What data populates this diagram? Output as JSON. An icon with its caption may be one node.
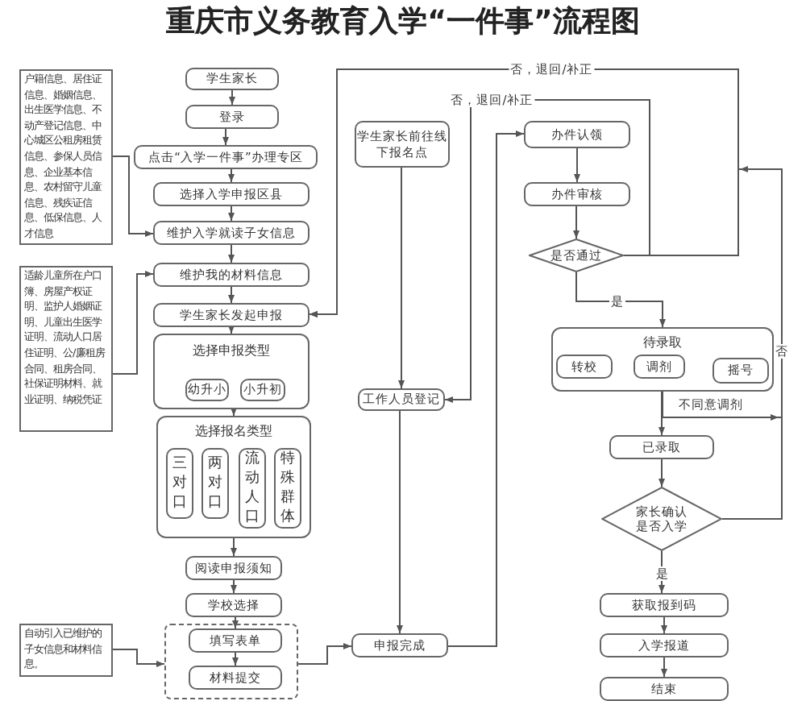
{
  "diagram": {
    "title": "重庆市义务教育入学“一件事”流程图",
    "nodes": [
      {
        "text": [
          "户籍信息、居住证信息、婚姻信息、出生医学信息、不动产登记信息、中心城区公租房租赁信息、参保人员信息、企业基本信息、农村留守儿童信息、残疾证信息、低保信息、人才信息"
        ]
      },
      {
        "text": [
          "学生家长"
        ]
      },
      {
        "text": [
          "登录"
        ]
      },
      {
        "text": [
          "点击“入学一件事”办理专区"
        ]
      },
      {
        "text": [
          "选择入学申报区县"
        ]
      },
      {
        "text": [
          "维护入学就读子女信息"
        ]
      },
      {
        "text": [
          "适龄儿童所在户口簿、房屋产权证明、监护人婚姻证明、儿童出生医学证明、流动人口居住证明、公/廉租房合同、租房合同、社保证明材料、就业证明、纳税凭证"
        ]
      },
      {
        "text": [
          "维护我的材料信息"
        ]
      },
      {
        "text": [
          "学生家长发起申报"
        ]
      },
      {
        "text": [
          "选择申报类型"
        ]
      },
      {
        "text": [
          "幼升小"
        ],
        "in": 9
      },
      {
        "text": [
          "小升初"
        ],
        "in": 9
      },
      {
        "text": [
          "选择报名类型"
        ]
      },
      {
        "text": [
          "三对口"
        ],
        "in": 12
      },
      {
        "text": [
          "两对口"
        ],
        "in": 12
      },
      {
        "text": [
          "流动人口"
        ],
        "in": 12
      },
      {
        "text": [
          "特殊群体"
        ],
        "in": 12
      },
      {
        "text": [
          "阅读申报须知"
        ]
      },
      {
        "text": [
          "学校选择"
        ]
      },
      {
        "text": [
          "自动引入已维护的子女信息和材料信息。"
        ]
      },
      {
        "text": [],
        "shape": "box"
      },
      {
        "text": [
          "填写表单"
        ],
        "in": 20
      },
      {
        "text": [
          "材料提交"
        ],
        "in": 20
      },
      {
        "text": [
          "学生家长前往线下报名点"
        ]
      },
      {
        "text": [
          "工作人员登记"
        ]
      },
      {
        "text": [
          "申报完成"
        ]
      },
      {
        "text": [
          "办件认领"
        ]
      },
      {
        "text": [
          "办件审核"
        ]
      },
      {
        "text": [
          "是否通过"
        ]
      },
      {
        "text": [
          "待录取"
        ]
      },
      {
        "text": [
          "转校"
        ],
        "in": 29
      },
      {
        "text": [
          "调剂"
        ],
        "in": 29
      },
      {
        "text": [
          "摇号"
        ],
        "in": 29
      },
      {
        "text": [
          "已录取"
        ]
      },
      {
        "text": [
          "家长确认是否入学"
        ]
      },
      {
        "text": [
          "获取报到码"
        ]
      },
      {
        "text": [
          "入学报道"
        ]
      },
      {
        "text": [
          "结束"
        ]
      }
    ],
    "edges": [
      {
        "from": 1,
        "to": 2,
        "arrow": "to"
      },
      {
        "from": 2,
        "to": 3,
        "arrow": "to"
      },
      {
        "from": 3,
        "to": 4,
        "arrow": "to"
      },
      {
        "from": 4,
        "to": 5,
        "arrow": "to"
      },
      {
        "from": 0,
        "to": 5,
        "arrow": "to"
      },
      {
        "from": 5,
        "to": 7,
        "arrow": "to"
      },
      {
        "from": 6,
        "to": 7,
        "arrow": "to"
      },
      {
        "from": 7,
        "to": 8,
        "arrow": "to"
      },
      {
        "from": 8,
        "to": 9,
        "arrow": "to"
      },
      {
        "from": 9,
        "to": 12,
        "arrow": "to"
      },
      {
        "from": 12,
        "to": 17,
        "arrow": "to"
      },
      {
        "from": 17,
        "to": 18,
        "arrow": "to"
      },
      {
        "from": 18,
        "to": 21,
        "arrow": "to"
      },
      {
        "from": 21,
        "to": 22,
        "arrow": "to"
      },
      {
        "from": 19,
        "to": 20,
        "arrow": "to"
      },
      {
        "from": 20,
        "to": 25,
        "arrow": "to"
      },
      {
        "from": 23,
        "to": 24,
        "arrow": "to"
      },
      {
        "from": 24,
        "to": 25,
        "arrow": "to"
      },
      {
        "from": 25,
        "to": 26,
        "arrow": "to"
      },
      {
        "from": 26,
        "to": 27,
        "arrow": "to"
      },
      {
        "from": 27,
        "to": 28,
        "arrow": "to"
      },
      {
        "from": 28,
        "to": 29,
        "arrow": "to",
        "label": "是"
      },
      {
        "from": 28,
        "to": 24,
        "arrow": "to",
        "label": "否，退回/补正"
      },
      {
        "from": 28,
        "to": 8,
        "arrow": "to",
        "label": "否，退回/补正"
      },
      {
        "from": 29,
        "to": 33,
        "arrow": "to"
      },
      {
        "from": 29,
        "to": 8,
        "arrow": "to",
        "label": "不同意调剂"
      },
      {
        "from": 33,
        "to": 34,
        "arrow": "to"
      },
      {
        "from": 34,
        "to": 8,
        "arrow": "to",
        "label": "否"
      },
      {
        "from": 34,
        "to": 35,
        "arrow": "to",
        "label": "是"
      },
      {
        "from": 35,
        "to": 36,
        "arrow": "to"
      },
      {
        "from": 36,
        "to": 37,
        "arrow": "to"
      }
    ]
  }
}
